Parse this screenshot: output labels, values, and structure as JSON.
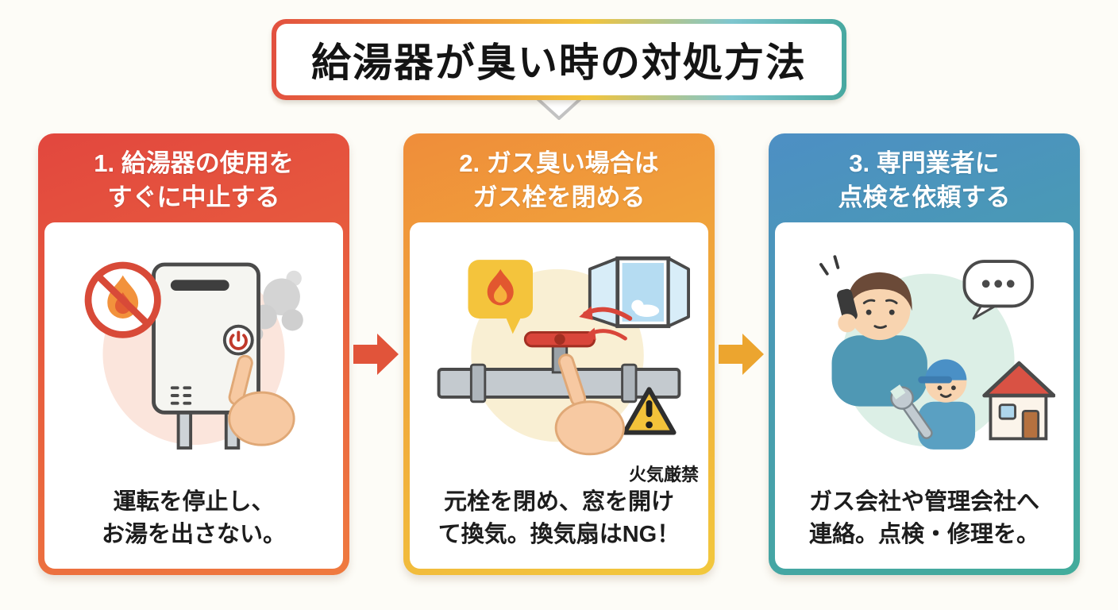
{
  "title": {
    "text": "給湯器が臭い時の対処方法"
  },
  "cards": [
    {
      "heading": [
        "1. 給湯器の使用を",
        "すぐに中止する"
      ],
      "caption": [
        "運転を停止し、",
        "お湯を出さない。"
      ],
      "illustration": "water-heater-shutdown",
      "accent_start": "#e2473e",
      "accent_end": "#ef7a3f"
    },
    {
      "heading": [
        "2. ガス臭い場合は",
        "ガス栓を閉める"
      ],
      "caption": [
        "元栓を閉め、窓を開け",
        "て換気。換気扇はNG！"
      ],
      "warning_label": "火気厳禁",
      "illustration": "close-gas-valve-ventilate",
      "accent_start": "#ef8d3a",
      "accent_end": "#f2c83d"
    },
    {
      "heading": [
        "3. 専門業者に",
        "点検を依頼する"
      ],
      "caption": [
        "ガス会社や管理会社へ",
        "連絡。点検・修理を。"
      ],
      "illustration": "call-professional-inspection",
      "accent_start": "#4d8fc4",
      "accent_end": "#43ac9b"
    }
  ],
  "arrows": [
    {
      "name": "step1-to-step2",
      "color": "#e1543a"
    },
    {
      "name": "step2-to-step3",
      "color": "#eca52f"
    }
  ],
  "colors": {
    "background": "#fdfcf7",
    "title_border_left": "#e2503f",
    "title_border_right": "#47a8a0",
    "caption_text": "#1d1d1d",
    "header_text": "#ffffff"
  }
}
